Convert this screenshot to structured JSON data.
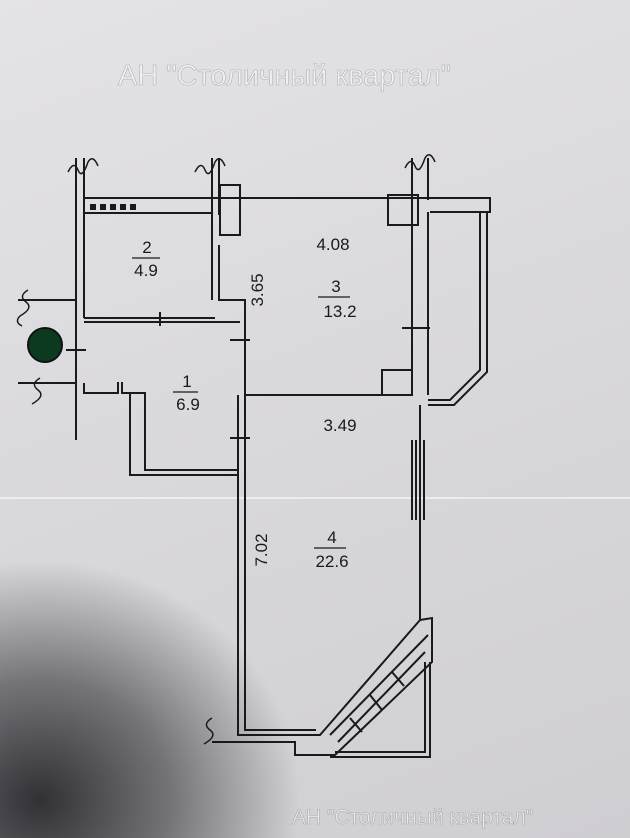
{
  "rooms": [
    {
      "number": "1",
      "area": "6.9"
    },
    {
      "number": "2",
      "area": "4.9"
    },
    {
      "number": "3",
      "area": "13.2"
    },
    {
      "number": "4",
      "area": "22.6"
    }
  ],
  "dimensions": {
    "room3_width": "4.08",
    "room3_length": "3.65",
    "room4_width": "3.49",
    "room4_length": "7.02"
  },
  "watermark": "АН \"Столичный квартал\"",
  "colors": {
    "line": "#1a1a1a",
    "paper": "#dcdbdf",
    "riser": "#0c3a1e"
  }
}
